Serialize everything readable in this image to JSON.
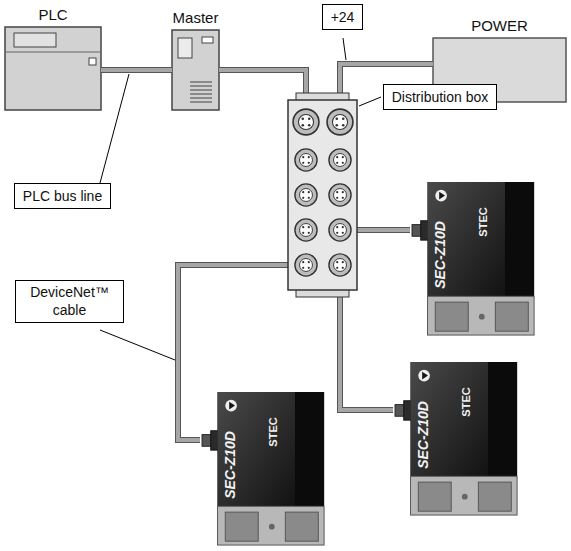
{
  "diagram": {
    "nodes": [
      {
        "text": [
          "PLC"
        ]
      },
      {
        "text": [
          "Master"
        ]
      },
      {
        "text": [
          "+24"
        ]
      },
      {
        "text": [
          "POWER"
        ]
      },
      {
        "text": [
          "Distribution box"
        ]
      },
      {
        "text": [
          "PLC bus line"
        ]
      },
      {
        "text": [
          "DeviceNet™ cable"
        ]
      }
    ],
    "edges": [
      {
        "from": 0,
        "to": 1,
        "arrow": "none"
      }
    ],
    "labels": [
      "SEC-Z10D",
      "STEC",
      "SEC-Z10D",
      "STEC",
      "SEC-Z10D",
      "STEC"
    ]
  }
}
